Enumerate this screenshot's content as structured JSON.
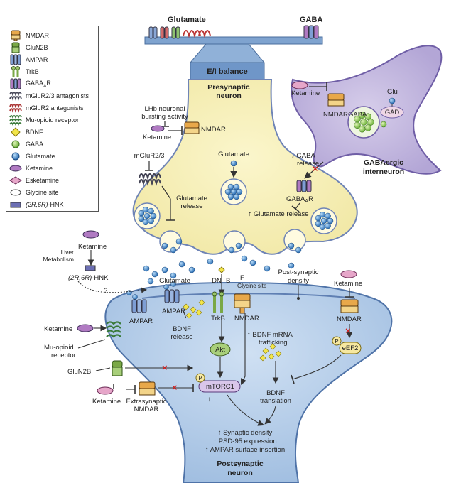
{
  "top": {
    "glutamate": "Glutamate",
    "gaba": "GABA",
    "ei_balance": "E/I balance"
  },
  "legend": [
    {
      "icon": "nmdar-icon",
      "label": "NMDAR"
    },
    {
      "icon": "glun2b-icon",
      "label": "GluN2B"
    },
    {
      "icon": "ampar-icon",
      "label": "AMPAR"
    },
    {
      "icon": "trkb-icon",
      "label": "TrkB"
    },
    {
      "icon": "gabaar-icon",
      "label": "GABA",
      "sub": "A",
      "suffix": "R"
    },
    {
      "icon": "mglur23-icon",
      "label": "mGluR2/3 antagonists"
    },
    {
      "icon": "mglur2-icon",
      "label": "mGluR2 antagonists"
    },
    {
      "icon": "mu-opioid-icon",
      "label": "Mu-opioid receptor"
    },
    {
      "icon": "bdnf-icon",
      "label": "BDNF"
    },
    {
      "icon": "gaba-dot-icon",
      "label": "GABA"
    },
    {
      "icon": "glutamate-dot-icon",
      "label": "Glutamate"
    },
    {
      "icon": "ketamine-icon",
      "label": "Ketamine"
    },
    {
      "icon": "esketamine-icon",
      "label": "Esketamine"
    },
    {
      "icon": "glycine-site-icon",
      "label": "Glycine site"
    },
    {
      "icon": "hnk-icon",
      "label": "(2R,6R)",
      "suffix": "-HNK"
    }
  ],
  "presynaptic": {
    "title_line1": "Presynaptic",
    "title_line2": "neuron",
    "lhb_line1": "LHb neuronal",
    "lhb_line2": "bursting activity",
    "ketamine": "Ketamine",
    "nmdar": "NMDAR",
    "mglur": "mGluR2/3",
    "glutamate": "Glutamate",
    "glu_release_line1": "Glutamate",
    "glu_release_line2": "release",
    "gaba_release_line1": "↓ GABA",
    "gaba_release_line2": "release",
    "gabaar": "GABA",
    "gabaar_sub": "A",
    "gabaar_suffix": "R",
    "up_glu_release": "↑ Glutamate release"
  },
  "interneuron": {
    "ketamine": "Ketamine",
    "nmdar": "NMDAR",
    "glu": "Glu",
    "gad": "GAD",
    "gaba": "GABA",
    "title_line1": "GABAergic",
    "title_line2": "interneuron"
  },
  "cleft": {
    "ketamine": "Ketamine",
    "liver_line1": "Liver",
    "liver_line2": "Metabolism",
    "hnk_prefix": "(2R,6R)",
    "hnk_suffix": "-HNK",
    "question": "?",
    "glutamate": "Glutamate",
    "dn": "DN",
    "b": "B",
    "f": "F",
    "glycine_site": "Glycine site",
    "post_density_line1": "Post-synaptic",
    "post_density_line2": "density",
    "ketamine_right": "Ketamine"
  },
  "postsynaptic": {
    "ampar_left": "AMPAR",
    "ampar_mid": "AMPAR",
    "trkb": "TrkB",
    "nmdar_mid": "NMDAR",
    "nmdar_right": "NMDAR",
    "bdnf_release_line1": "BDNF",
    "bdnf_release_line2": "release",
    "ketamine_left": "Ketamine",
    "mu_line1": "Mu-opioid",
    "mu_line2": "receptor",
    "glun2b": "GluN2B",
    "ketamine_bottom": "Ketamine",
    "extra_line1": "Extrasynaptic",
    "extra_line2": "NMDAR",
    "akt": "Akt",
    "p": "P",
    "mtorc1": "mTORC1",
    "up_arrow": "↑",
    "bdnf_mrna_line1": "↑ BDNF mRNA",
    "bdnf_mrna_line2": "trafficking",
    "eef2": "eEF2",
    "bdnf_trans_line1": "BDNF",
    "bdnf_trans_line2": "translation",
    "out1": "↑ Synaptic density",
    "out2": "↑ PSD-95 expression",
    "out3": "↑ AMPAR surface insertion",
    "title_line1": "Postsynaptic",
    "title_line2": "neuron"
  }
}
